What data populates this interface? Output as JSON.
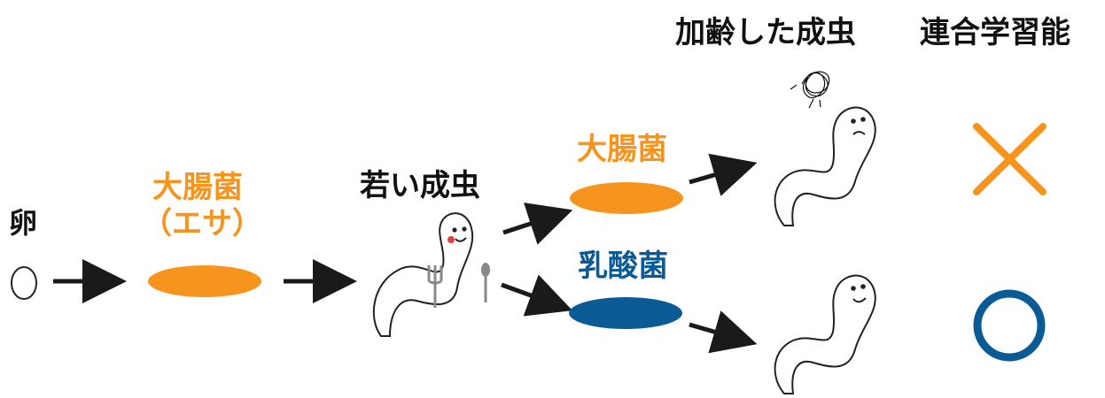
{
  "labels": {
    "egg": "卵",
    "ecoli_food": "大腸菌",
    "ecoli_food_note": "（エサ）",
    "young_adult": "若い成虫",
    "ecoli": "大腸菌",
    "lactobacillus": "乳酸菌",
    "aged_adult": "加齢した成虫",
    "associative_learning": "連合学習能"
  },
  "results": {
    "ecoli_learning": "✕",
    "lactobacillus_learning": "〇"
  },
  "colors": {
    "ecoli": "#f7941d",
    "lactobacillus": "#0a5a96",
    "arrow": "#1a1a1a",
    "worm_outline": "#222222"
  }
}
